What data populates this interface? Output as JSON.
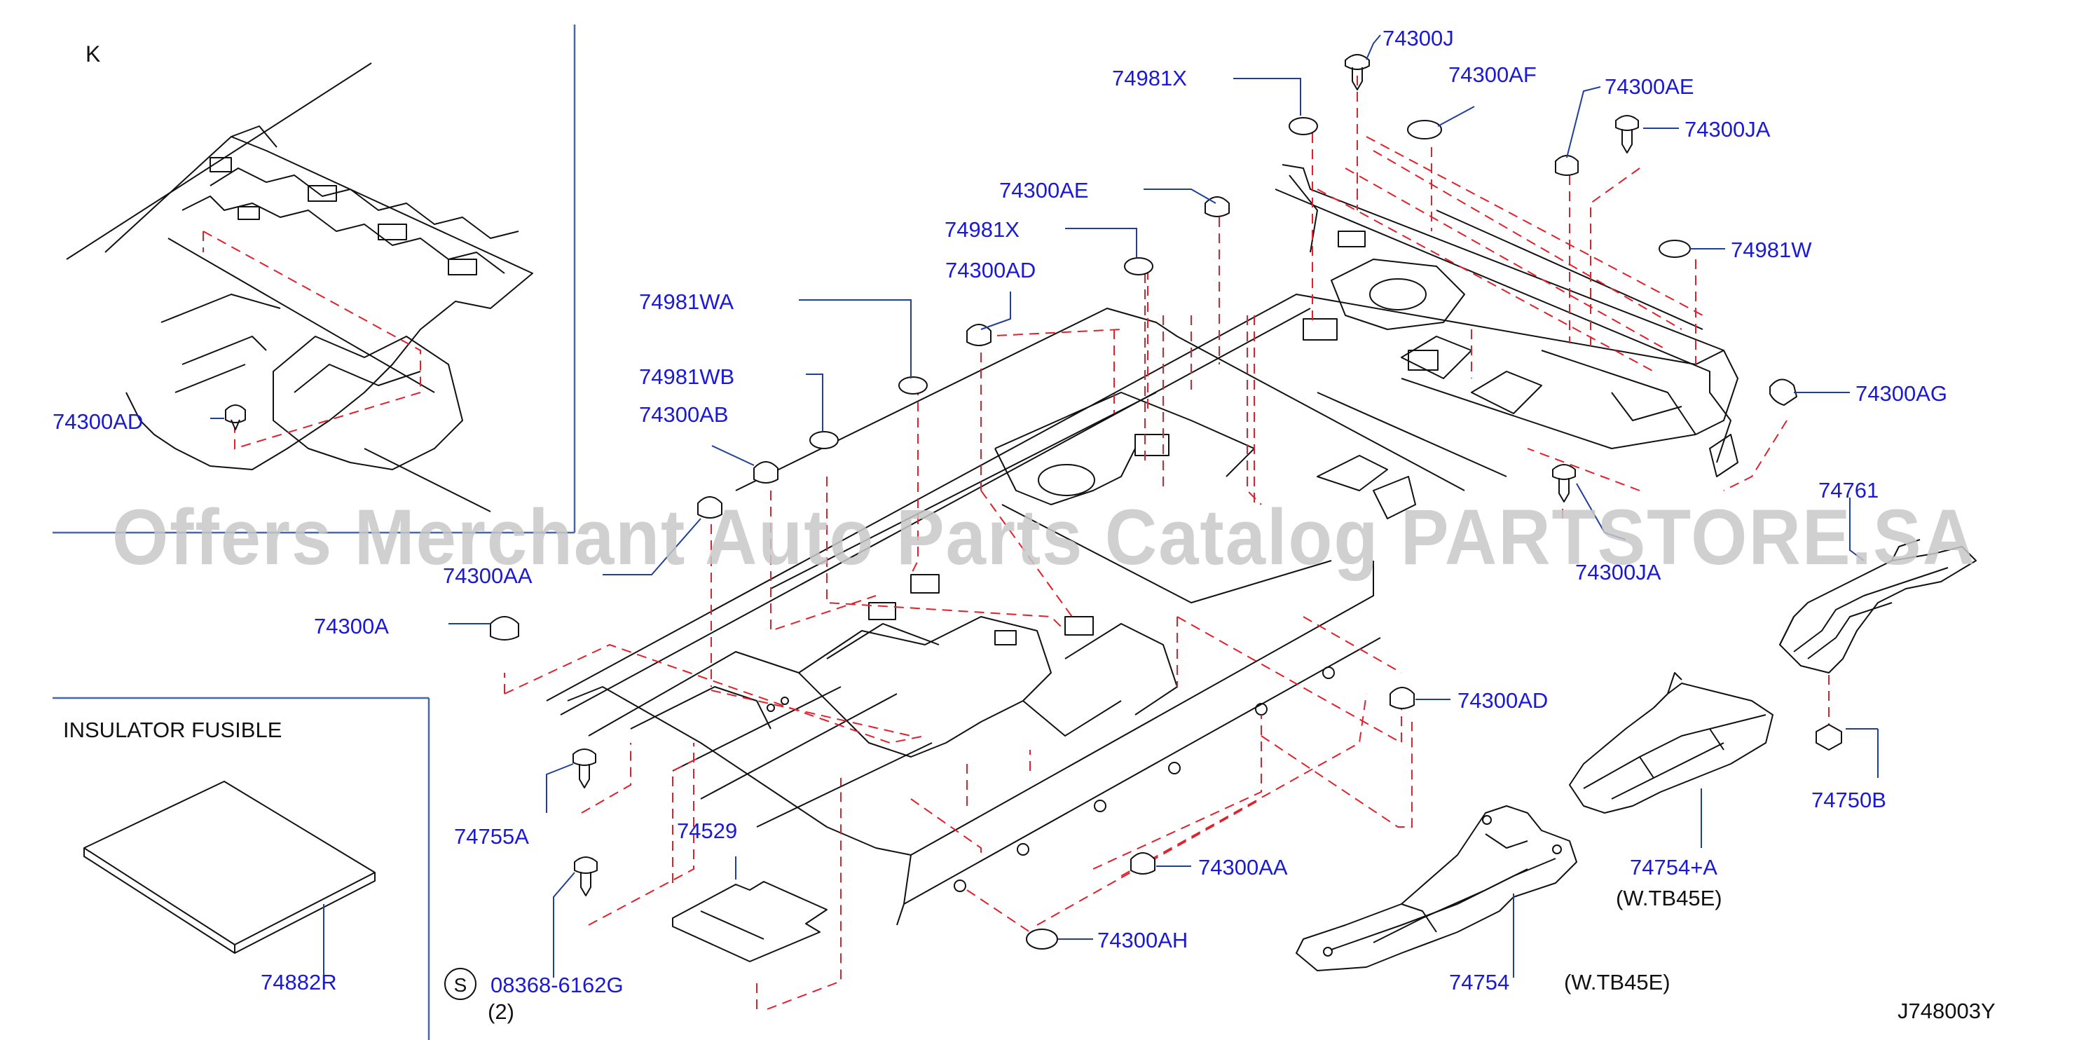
{
  "inset_k": {
    "title": "K",
    "label": "74300AD"
  },
  "inset_insulator": {
    "title": "INSULATOR  FUSIBLE",
    "label": "74882R"
  },
  "watermark": "Offers Merchant Auto Parts Catalog PARTSTORE.SA",
  "diagram_code": "J748003Y",
  "labels": {
    "p74300J": "74300J",
    "p74981X_top": "74981X",
    "p74300AF": "74300AF",
    "p74300AE_top": "74300AE",
    "p74300JA_top": "74300JA",
    "p74300AE_mid": "74300AE",
    "p74981X_mid": "74981X",
    "p74981W": "74981W",
    "p74300AD_mid": "74300AD",
    "p74981WA": "74981WA",
    "p74300AG": "74300AG",
    "p74981WB": "74981WB",
    "p74300AB": "74300AB",
    "p74761": "74761",
    "p74300JA_low": "74300JA",
    "p74300AA_left": "74300AA",
    "p74300A": "74300A",
    "p74300AD_right": "74300AD",
    "p74750B": "74750B",
    "p74755A": "74755A",
    "p74529": "74529",
    "p74754A": "74754+A",
    "p74754A_note": "(W.TB45E)",
    "p74300AA_right": "74300AA",
    "p74300AH": "74300AH",
    "p08368": "08368-6162G",
    "p08368_qty": "(2)",
    "p08368_mark": "S",
    "p74754": "74754",
    "p74754_note": "(W.TB45E)"
  }
}
